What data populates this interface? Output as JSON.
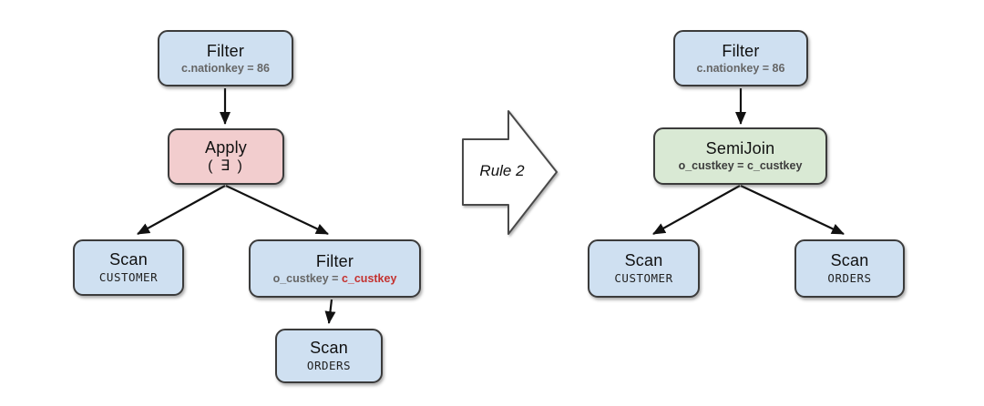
{
  "colors": {
    "node_blue": "#cfe0f1",
    "node_pink": "#f2cdce",
    "node_green": "#d9e9d4",
    "node_border": "#3b3b3b",
    "condition_gray": "#666666",
    "condition_red": "#c4312f",
    "arrow_black": "#111111",
    "rule_arrow_fill": "#ffffff"
  },
  "left": {
    "filter_top": {
      "title": "Filter",
      "condition": "c.nationkey = 86"
    },
    "apply": {
      "title": "Apply",
      "quantifier": "( ∃ )"
    },
    "scan_customer": {
      "title": "Scan",
      "table": "CUSTOMER"
    },
    "filter_inner": {
      "title": "Filter",
      "condition_left": "o_custkey = ",
      "condition_right": "c_custkey"
    },
    "scan_orders": {
      "title": "Scan",
      "table": "ORDERS"
    }
  },
  "rule": {
    "label": "Rule 2"
  },
  "right": {
    "filter_top": {
      "title": "Filter",
      "condition": "c.nationkey = 86"
    },
    "semijoin": {
      "title": "SemiJoin",
      "condition": "o_custkey = c_custkey"
    },
    "scan_customer": {
      "title": "Scan",
      "table": "CUSTOMER"
    },
    "scan_orders": {
      "title": "Scan",
      "table": "ORDERS"
    }
  }
}
